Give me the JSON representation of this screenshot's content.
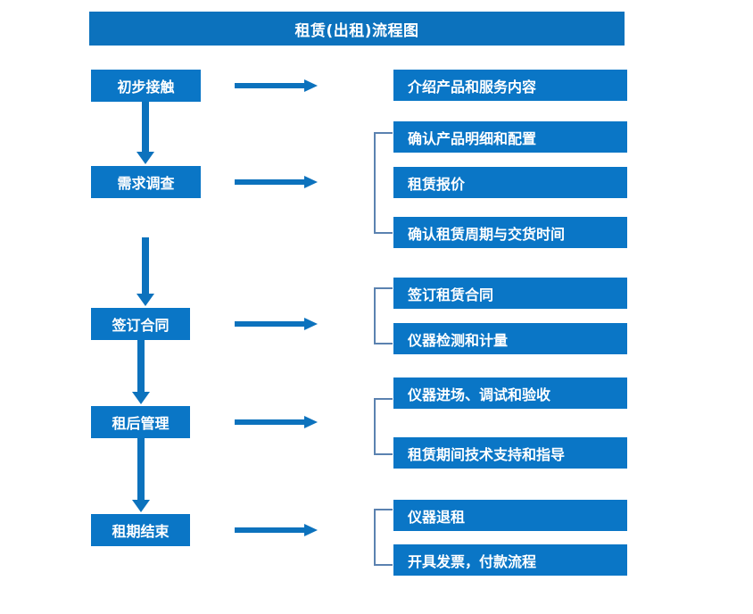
{
  "diagram": {
    "title": "租赁(出租)流程图",
    "colors": {
      "title_bar": "#0c72bd",
      "node_fill": "#0a76c6",
      "node_text": "#ffffff",
      "arrow": "#0c72bd",
      "bracket": "#5b82b0",
      "background": "#ffffff"
    },
    "stages": [
      {
        "id": "stage-1",
        "label": "初步接触"
      },
      {
        "id": "stage-2",
        "label": "需求调查"
      },
      {
        "id": "stage-3",
        "label": "签订合同"
      },
      {
        "id": "stage-4",
        "label": "租后管理"
      },
      {
        "id": "stage-5",
        "label": "租期结束"
      }
    ],
    "tasks": [
      {
        "id": "task-1",
        "label": "介绍产品和服务内容",
        "stage": "stage-1"
      },
      {
        "id": "task-2",
        "label": "确认产品明细和配置",
        "stage": "stage-2"
      },
      {
        "id": "task-3",
        "label": "租赁报价",
        "stage": "stage-2"
      },
      {
        "id": "task-4",
        "label": "确认租赁周期与交货时间",
        "stage": "stage-2"
      },
      {
        "id": "task-5",
        "label": "签订租赁合同",
        "stage": "stage-3"
      },
      {
        "id": "task-6",
        "label": "仪器检测和计量",
        "stage": "stage-3"
      },
      {
        "id": "task-7",
        "label": "仪器进场、调试和验收",
        "stage": "stage-4"
      },
      {
        "id": "task-8",
        "label": "租赁期间技术支持和指导",
        "stage": "stage-4"
      },
      {
        "id": "task-9",
        "label": "仪器退租",
        "stage": "stage-5"
      },
      {
        "id": "task-10",
        "label": "开具发票，付款流程",
        "stage": "stage-5"
      }
    ],
    "flow_sequence": [
      "初步接触",
      "需求调查",
      "签订合同",
      "租后管理",
      "租期结束"
    ]
  }
}
